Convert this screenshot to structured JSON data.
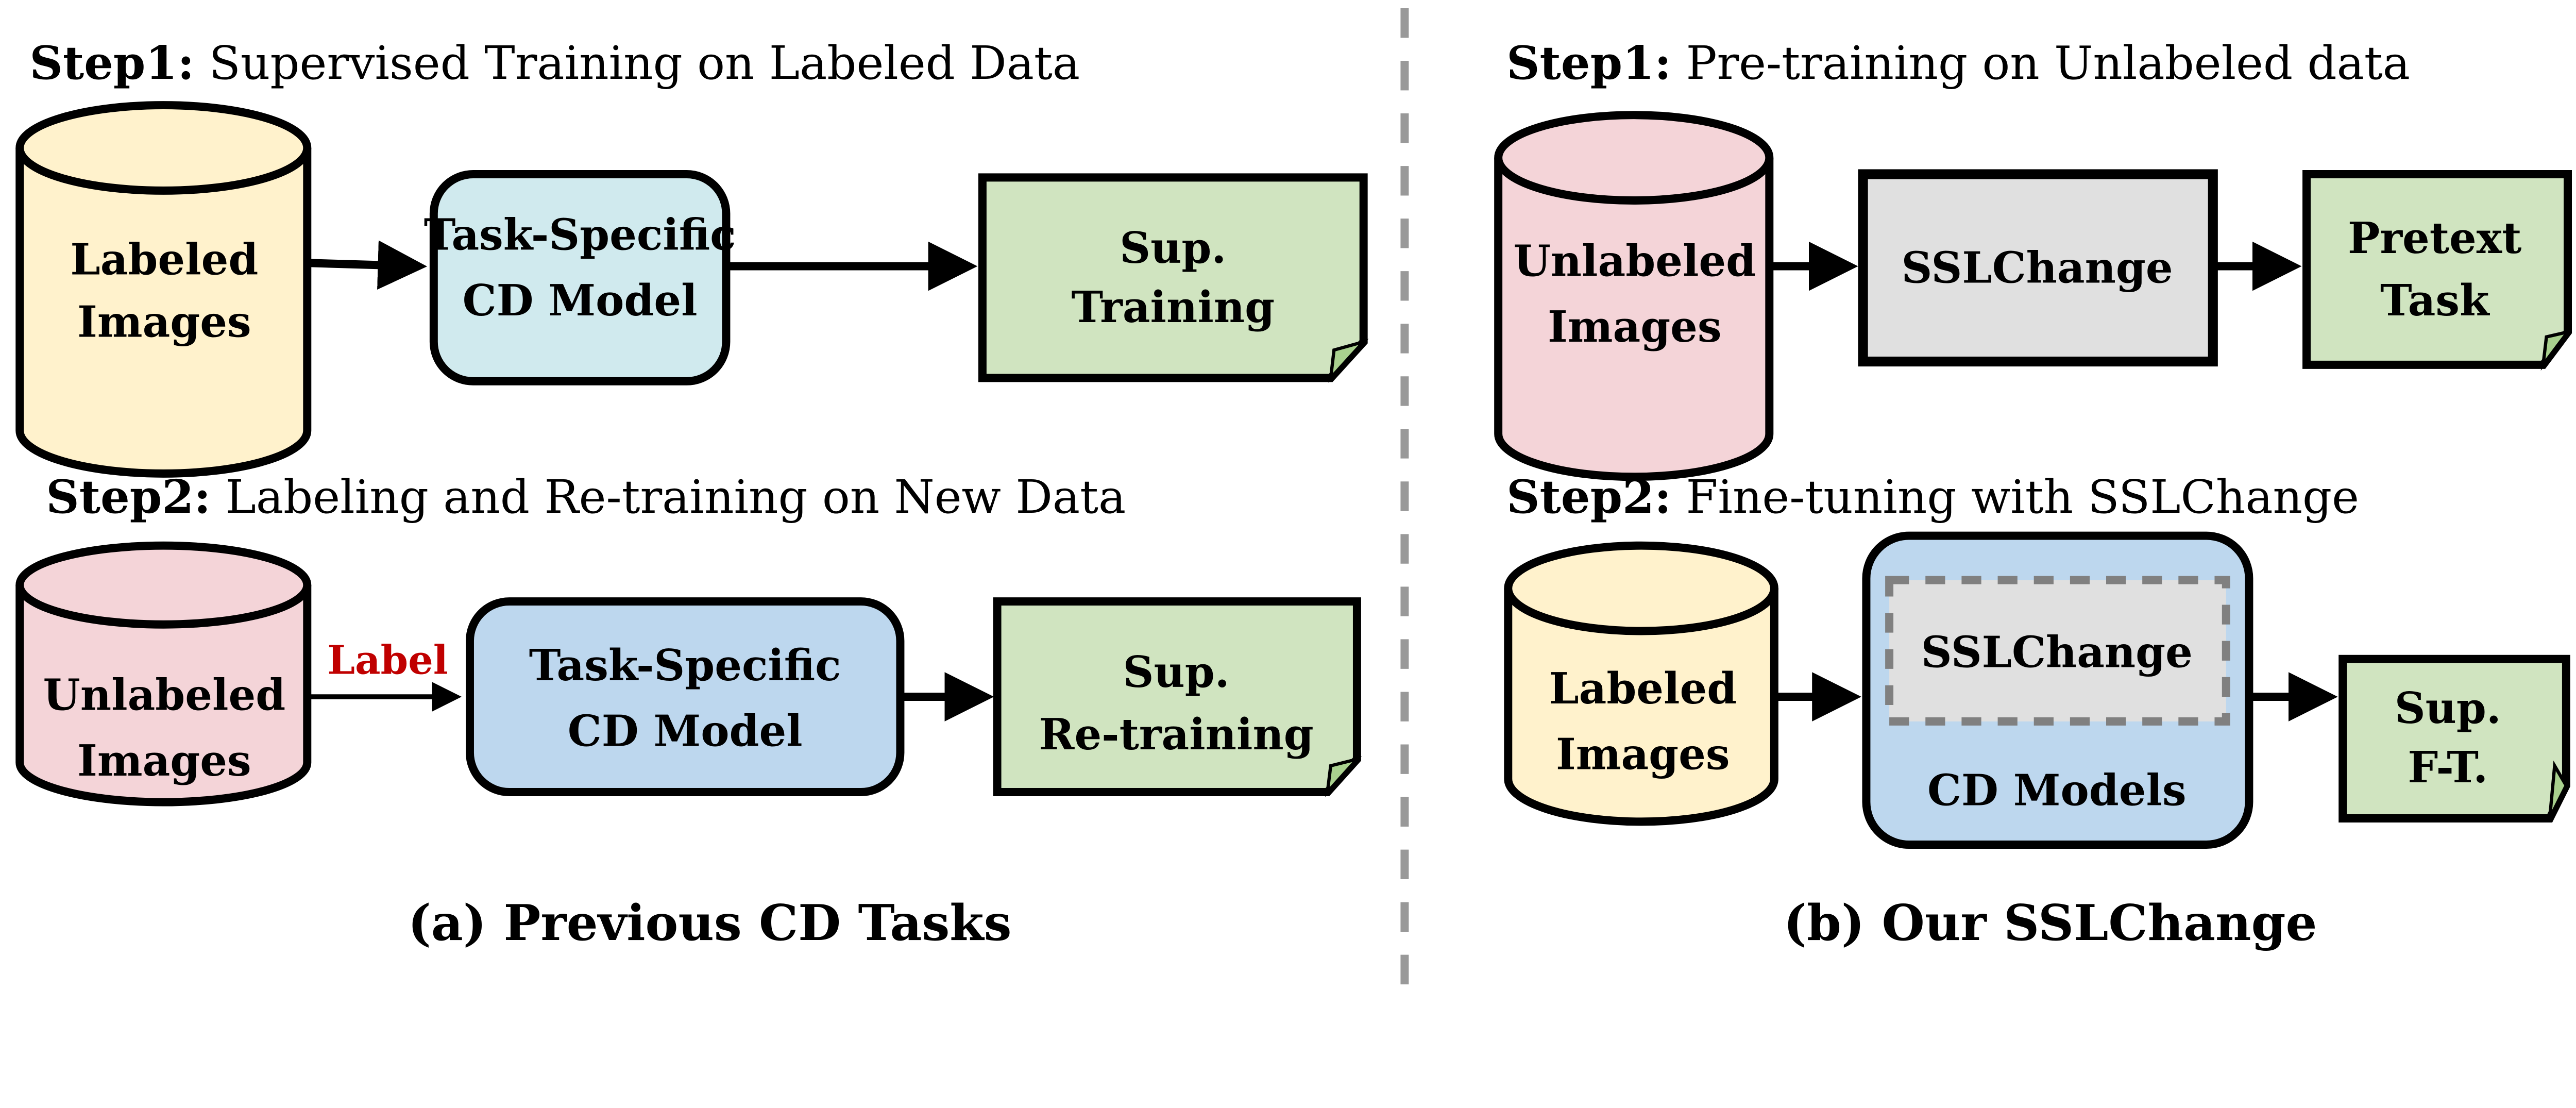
{
  "colors": {
    "labeled_db": "#fff2cc",
    "unlabeled_db": "#f4d4d8",
    "task_model_step1": "#d0eaee",
    "task_model_step2": "#bdd7ee",
    "sslchange_box": "#e0e0e0",
    "note": "#d0e4c0",
    "label_text": "#c00000",
    "divider": "#999999"
  },
  "left": {
    "step1": {
      "prefix": "Step1:",
      "title": "Supervised Training on Labeled Data",
      "db": [
        "Labeled",
        "Images"
      ],
      "model": [
        "Task-Specific",
        "CD Model"
      ],
      "note": [
        "Sup.",
        "Training"
      ]
    },
    "step2": {
      "prefix": "Step2:",
      "title": "Labeling and Re-training on New Data",
      "db": [
        "Unlabeled",
        "Images"
      ],
      "arrow_label": "Label",
      "model": [
        "Task-Specific",
        "CD Model"
      ],
      "note": [
        "Sup.",
        "Re-training"
      ]
    },
    "caption": "(a) Previous CD Tasks"
  },
  "right": {
    "step1": {
      "prefix": "Step1:",
      "title": "Pre-training on Unlabeled data",
      "db": [
        "Unlabeled",
        "Images"
      ],
      "model": "SSLChange",
      "note": [
        "Pretext",
        "Task"
      ]
    },
    "step2": {
      "prefix": "Step2:",
      "title": "Fine-tuning with SSLChange",
      "db": [
        "Labeled",
        "Images"
      ],
      "inner": "SSLChange",
      "outer": "CD Models",
      "note": [
        "Sup.",
        "F-T."
      ]
    },
    "caption": "(b) Our SSLChange"
  }
}
